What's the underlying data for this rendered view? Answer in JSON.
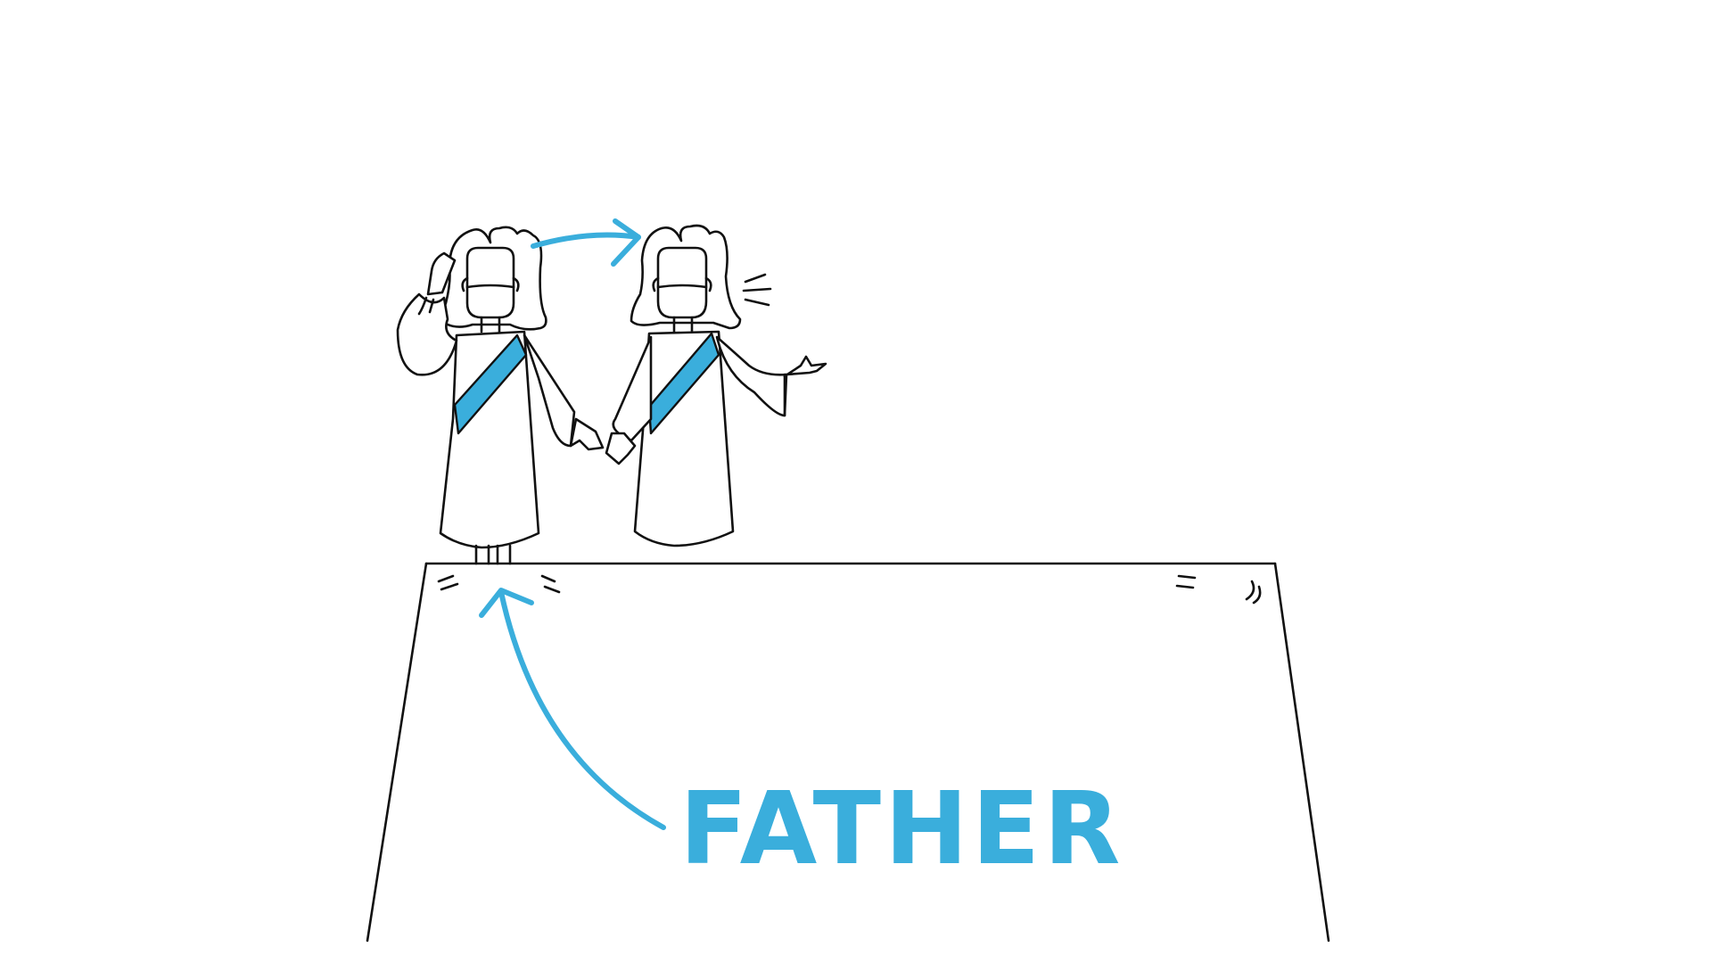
{
  "label": "FATHER",
  "colors": {
    "accent": "#3aaedc",
    "ink": "#111111",
    "background": "#ffffff"
  },
  "figures": [
    {
      "name": "left-figure",
      "pose": "hand-raised-to-head"
    },
    {
      "name": "right-figure",
      "pose": "speaking-arm-extended"
    }
  ],
  "arrows": [
    {
      "from": "left-figure",
      "to": "right-figure"
    },
    {
      "from": "label",
      "to": "left-figure"
    }
  ],
  "icons": [
    "speech-lines-icon",
    "motion-marks-icon"
  ]
}
